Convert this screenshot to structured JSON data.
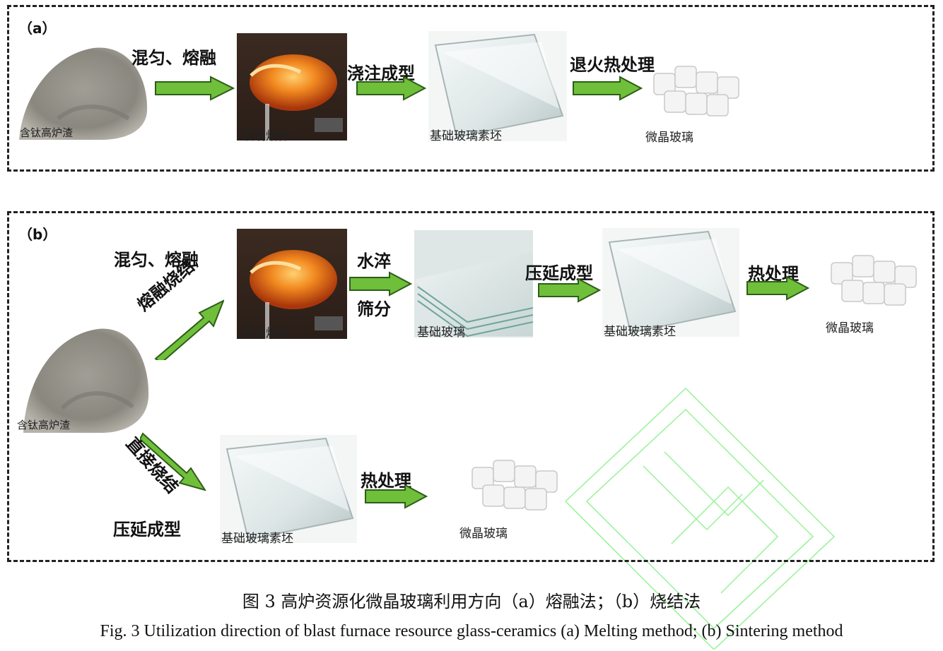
{
  "panel_a": {
    "label": "（a）",
    "raw_material": "含钛高炉渣",
    "step_1": "混匀、熔融",
    "glass_melt": "玻璃熔体",
    "step_2": "浇注成型",
    "base_glass_blank": "基础玻璃素坯",
    "step_3": "退火热处理",
    "glass_ceramics": "微晶玻璃"
  },
  "panel_b": {
    "label": "（b）",
    "raw_material": "含钛高炉渣",
    "step_mix": "混匀、熔融",
    "step_melt_sinter": "熔融烧结",
    "glass_melt": "玻璃熔体",
    "step_quench": "水淬",
    "step_sieve": "筛分",
    "base_glass": "基础玻璃",
    "step_press": "压延成型",
    "base_glass_blank": "基础玻璃素坯",
    "step_heat": "热处理",
    "glass_ceramics": "微晶玻璃",
    "step_direct_sinter": "直接烧结",
    "step_press_2": "压延成型",
    "base_glass_blank_2": "基础玻璃素坯",
    "step_heat_2": "热处理",
    "glass_ceramics_2": "微晶玻璃"
  },
  "figure": {
    "caption_cn": "图 3  高炉资源化微晶玻璃利用方向（a）熔融法；（b）烧结法",
    "caption_en": "Fig. 3 Utilization direction of blast furnace resource glass-ceramics (a) Melting method; (b) Sintering method"
  },
  "colors": {
    "arrow_fill": "#6fbf3a",
    "arrow_stroke": "#2e5d1a",
    "slag": "#8d8a82",
    "melt": "#f08020",
    "glass": "#dfeaea",
    "watermark": "#7cf07c"
  }
}
